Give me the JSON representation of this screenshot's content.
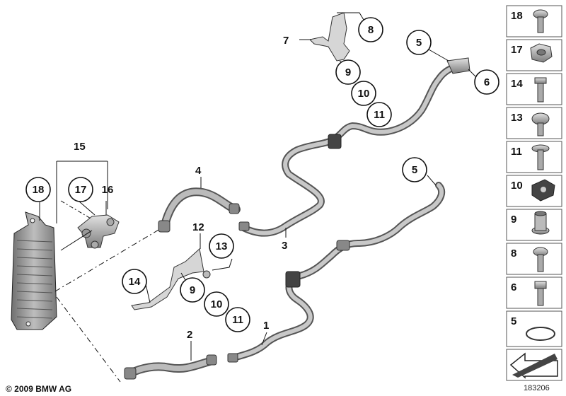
{
  "copyright": "© 2009 BMW AG",
  "image_number": "183206",
  "callouts_plain": [
    "15",
    "4",
    "12",
    "3",
    "1",
    "2",
    "7"
  ],
  "callouts_circled": [
    "18",
    "17",
    "16",
    "13",
    "14",
    "9",
    "10",
    "11",
    "8",
    "9",
    "10",
    "11",
    "5",
    "6",
    "5"
  ],
  "sidebar_items": [
    "18",
    "17",
    "14",
    "13",
    "11",
    "10",
    "9",
    "8",
    "6",
    "5"
  ],
  "colors": {
    "line": "#111111",
    "hose": "#8e8e8e",
    "hose_light": "#cfcfcf",
    "panel_border": "#555555"
  }
}
